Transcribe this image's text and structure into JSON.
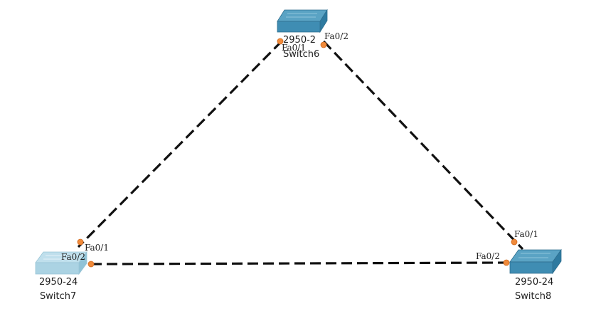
{
  "colors": {
    "background": "#ffffff",
    "link": "#111111",
    "port_dot": "#f08a3a",
    "switch_active_top": "#5aa3c4",
    "switch_active_side": "#2e7aa0",
    "switch_active_front": "#3f8db3",
    "switch_faded_top": "#b9dcea",
    "switch_faded_side": "#86bdd3",
    "switch_faded_front": "#a3cfe0"
  },
  "devices": {
    "switch6": {
      "icon": "switch-icon",
      "model": "2950-2",
      "name": "Switch6"
    },
    "switch7": {
      "icon": "switch-icon",
      "model": "2950-24",
      "name": "Switch7"
    },
    "switch8": {
      "icon": "switch-icon",
      "model": "2950-24",
      "name": "Switch8"
    }
  },
  "links": [
    {
      "from": "Switch6",
      "from_port": "Fa0/1",
      "to": "Switch7",
      "to_port": "Fa0/1"
    },
    {
      "from": "Switch6",
      "from_port": "Fa0/2",
      "to": "Switch8",
      "to_port": "Fa0/1"
    },
    {
      "from": "Switch7",
      "from_port": "Fa0/2",
      "to": "Switch8",
      "to_port": "Fa0/2"
    }
  ]
}
